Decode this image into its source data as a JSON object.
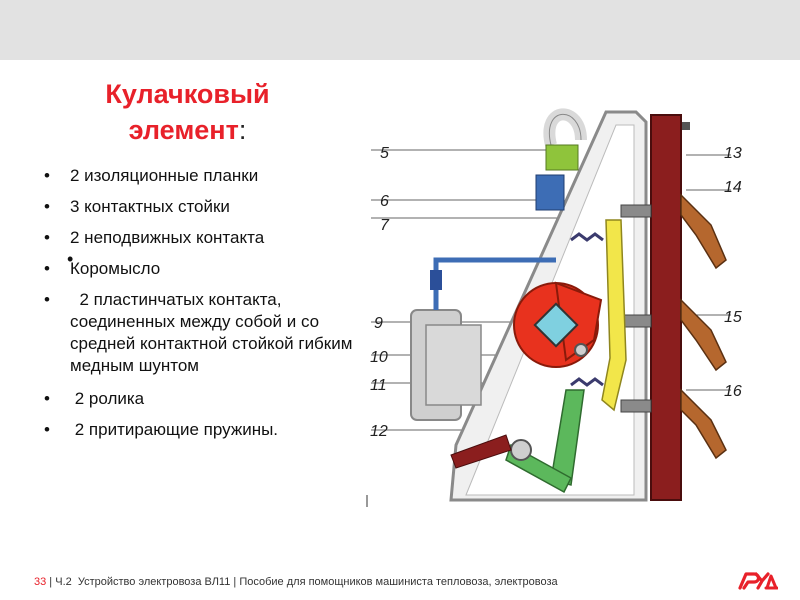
{
  "title": {
    "line1": "Кулачковый",
    "line2": "элемент",
    "colon": ":"
  },
  "bullets": [
    "2 изоляционные планки",
    "3 контактных стойки",
    "2 неподвижных контакта",
    "Коромысло",
    "  2 пластинчатых контакта, соединенных между собой и со средней контактной стойкой гибким медным шунтом",
    " 2 ролика",
    " 2 притирающие пружины."
  ],
  "stray_dot": "•",
  "diagram": {
    "callouts_left": [
      "5",
      "6",
      "7",
      "9",
      "10",
      "11",
      "12"
    ],
    "callouts_right": [
      "13",
      "14",
      "15",
      "16"
    ],
    "colors": {
      "frame": "#8a8a8a",
      "rail": "#8b1e1e",
      "cam": "#e8321e",
      "lever": "#5cb85c",
      "spring": "#3b3b6e",
      "yellow": "#f2e64a",
      "hook": "#d9d9d9",
      "green_block": "#8fc43b",
      "blue_block": "#3d6db5",
      "brown": "#b5672e"
    }
  },
  "footer": {
    "page": "33",
    "separator1": " | ",
    "section": "Ч.2  Устройство электровоза ВЛ11",
    "separator2": " | ",
    "manual": "Пособие для помощников машиниста тепловоза, электровоза"
  },
  "logo": {
    "text": "РЖД",
    "color": "#e8212a"
  }
}
